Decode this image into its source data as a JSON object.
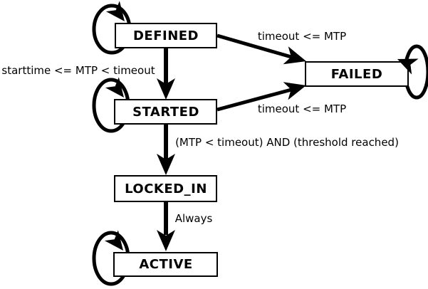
{
  "diagram": {
    "type": "state-machine",
    "colors": {
      "background": "#ffffff",
      "line": "#000000",
      "box_fill": "#ffffff",
      "text": "#000000"
    },
    "states": [
      {
        "label": "DEFINED",
        "self_loop": "left"
      },
      {
        "label": "STARTED",
        "self_loop": "left"
      },
      {
        "label": "LOCKED_IN",
        "self_loop": "none"
      },
      {
        "label": "ACTIVE",
        "self_loop": "left"
      },
      {
        "label": "FAILED",
        "self_loop": "right"
      }
    ],
    "transitions": [
      {
        "from": "DEFINED",
        "to": "STARTED",
        "label": "starttime <= MTP < timeout"
      },
      {
        "from": "DEFINED",
        "to": "FAILED",
        "label": "timeout <= MTP"
      },
      {
        "from": "STARTED",
        "to": "FAILED",
        "label": "timeout <= MTP"
      },
      {
        "from": "STARTED",
        "to": "LOCKED_IN",
        "label": "(MTP < timeout) AND (threshold reached)"
      },
      {
        "from": "LOCKED_IN",
        "to": "ACTIVE",
        "label": "Always"
      }
    ]
  }
}
